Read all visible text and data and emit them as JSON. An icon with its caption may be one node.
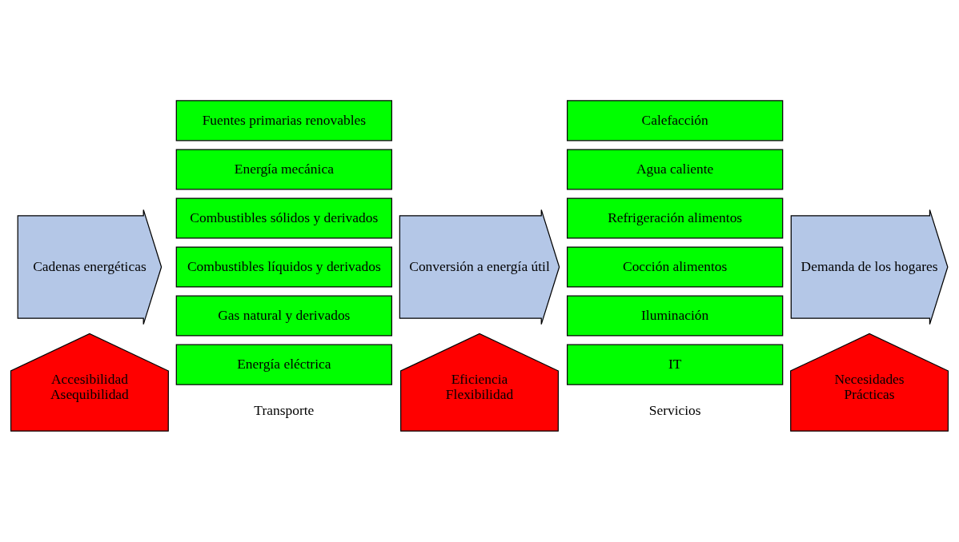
{
  "diagram": {
    "nodes": [
      {
        "text": [
          "Cadenas energéticas"
        ]
      },
      {
        "text": [
          "Fuentes primarias renovables"
        ]
      },
      {
        "text": [
          "Energía mecánica"
        ]
      },
      {
        "text": [
          "Combustibles sólidos y derivados"
        ]
      },
      {
        "text": [
          "Combustibles líquidos y derivados"
        ]
      },
      {
        "text": [
          "Gas natural y derivados"
        ]
      },
      {
        "text": [
          "Energía eléctrica"
        ]
      },
      {
        "text": [
          "Conversión a energía útil"
        ]
      },
      {
        "text": [
          "Calefacción"
        ]
      },
      {
        "text": [
          "Agua caliente"
        ]
      },
      {
        "text": [
          "Refrigeración alimentos"
        ]
      },
      {
        "text": [
          "Cocción alimentos"
        ]
      },
      {
        "text": [
          "Iluminación"
        ]
      },
      {
        "text": [
          "IT"
        ]
      },
      {
        "text": [
          "Demanda de los hogares"
        ]
      },
      {
        "text": [
          "Accesibilidad",
          "Asequibilidad"
        ]
      },
      {
        "text": [
          "Eficiencia",
          "Flexibilidad"
        ]
      },
      {
        "text": [
          "Necesidades",
          "Prácticas"
        ]
      }
    ],
    "labels": [
      "Transporte",
      "Servicios"
    ]
  }
}
